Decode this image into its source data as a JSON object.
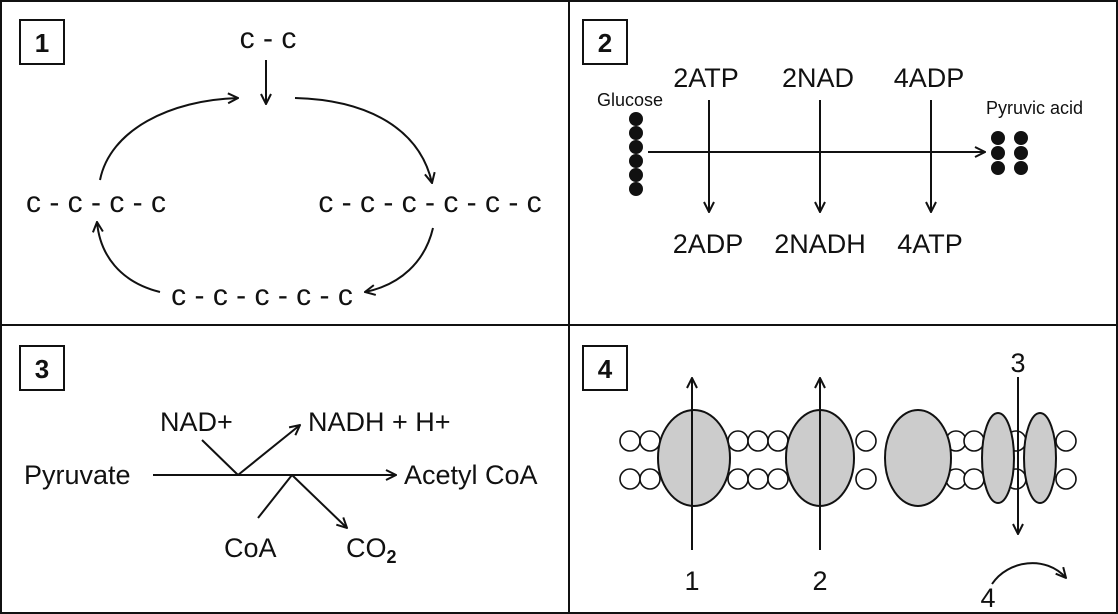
{
  "panels": {
    "p1": {
      "number": "1",
      "top_chain": "c - c",
      "left_chain": "c - c - c - c",
      "right_chain": "c - c - c - c - c - c",
      "bottom_chain": "c - c - c - c - c"
    },
    "p2": {
      "number": "2",
      "glucose_label": "Glucose",
      "pyruvic_label": "Pyruvic acid",
      "top_inputs": [
        "2ATP",
        "2NAD",
        "4ADP"
      ],
      "bottom_outputs": [
        "2ADP",
        "2NADH",
        "4ATP"
      ]
    },
    "p3": {
      "number": "3",
      "pyruvate": "Pyruvate",
      "acetyl_coa": "Acetyl CoA",
      "nad_plus": "NAD+",
      "nadh_h": "NADH + H+",
      "coa": "CoA",
      "co2_main": "CO",
      "co2_sub": "2"
    },
    "p4": {
      "number": "4",
      "labels": [
        "1",
        "2",
        "3",
        "4"
      ]
    }
  },
  "colors": {
    "line": "#111111",
    "protein_fill": "#cccccc",
    "background": "#ffffff"
  }
}
